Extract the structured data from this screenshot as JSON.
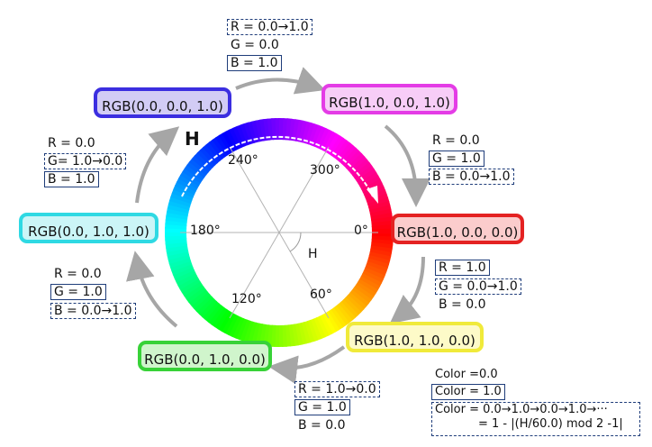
{
  "rgb_nodes": {
    "blue": {
      "label": "RGB(0.0, 0.0, 1.0)",
      "border": "#3b2ee0",
      "fill": "#d2ccf5"
    },
    "magenta": {
      "label": "RGB(1.0, 0.0, 1.0)",
      "border": "#e43ce6",
      "fill": "#f7cdf7"
    },
    "red": {
      "label": "RGB(1.0, 0.0, 0.0)",
      "border": "#e42222",
      "fill": "#fbcccc"
    },
    "yellow": {
      "label": "RGB(1.0, 1.0, 0.0)",
      "border": "#f0ea3a",
      "fill": "#fdfac8"
    },
    "green": {
      "label": "RGB(0.0, 1.0, 0.0)",
      "border": "#38d238",
      "fill": "#d0f5cc"
    },
    "cyan": {
      "label": "RGB(0.0, 1.0, 1.0)",
      "border": "#2fd9e3",
      "fill": "#cbf5f7"
    }
  },
  "transitions": {
    "blue_to_magenta": [
      "R = 0.0→1.0",
      "G = 0.0",
      "B = 1.0"
    ],
    "magenta_to_red": [
      "R = 0.0",
      "G = 1.0",
      "B = 0.0→1.0"
    ],
    "red_to_yellow": [
      "R = 1.0",
      "G = 0.0→1.0",
      "B = 0.0"
    ],
    "yellow_to_green": [
      "R = 1.0→0.0",
      "G = 1.0",
      "B = 0.0"
    ],
    "green_to_cyan": [
      "R = 0.0",
      "G = 1.0",
      "B = 0.0→1.0"
    ],
    "cyan_to_blue": [
      "R = 0.0",
      "G= 1.0→0.0",
      "B = 1.0"
    ]
  },
  "angles": [
    "0°",
    "60°",
    "120°",
    "180°",
    "240°",
    "300°"
  ],
  "hue_symbol": "H",
  "hue_arc_label": "H",
  "legend": {
    "plain": "Color =0.0",
    "solid": "Color = 1.0",
    "dashed_line1": "Color = 0.0→1.0→0.0→1.0→···",
    "dashed_line2": "= 1 - |(H/60.0) mod 2 -1|"
  }
}
